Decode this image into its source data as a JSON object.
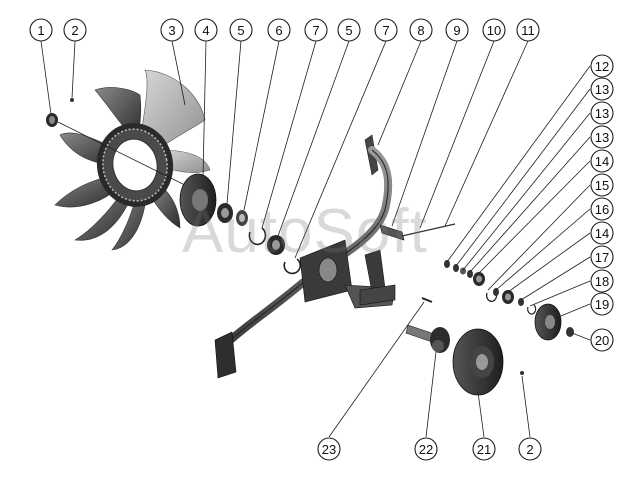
{
  "watermark": "AutoSoft",
  "callouts": [
    "1",
    "2",
    "3",
    "4",
    "5",
    "6",
    "7",
    "5",
    "7",
    "8",
    "9",
    "10",
    "11",
    "12",
    "13",
    "13",
    "13",
    "14",
    "15",
    "16",
    "14",
    "17",
    "18",
    "19",
    "20",
    "23",
    "22",
    "21",
    "2"
  ],
  "colors": {
    "part_dark": "#2c2c2c",
    "part_mid": "#6a6a6a",
    "part_light": "#bcbcbc",
    "line": "#1e1e1e"
  }
}
